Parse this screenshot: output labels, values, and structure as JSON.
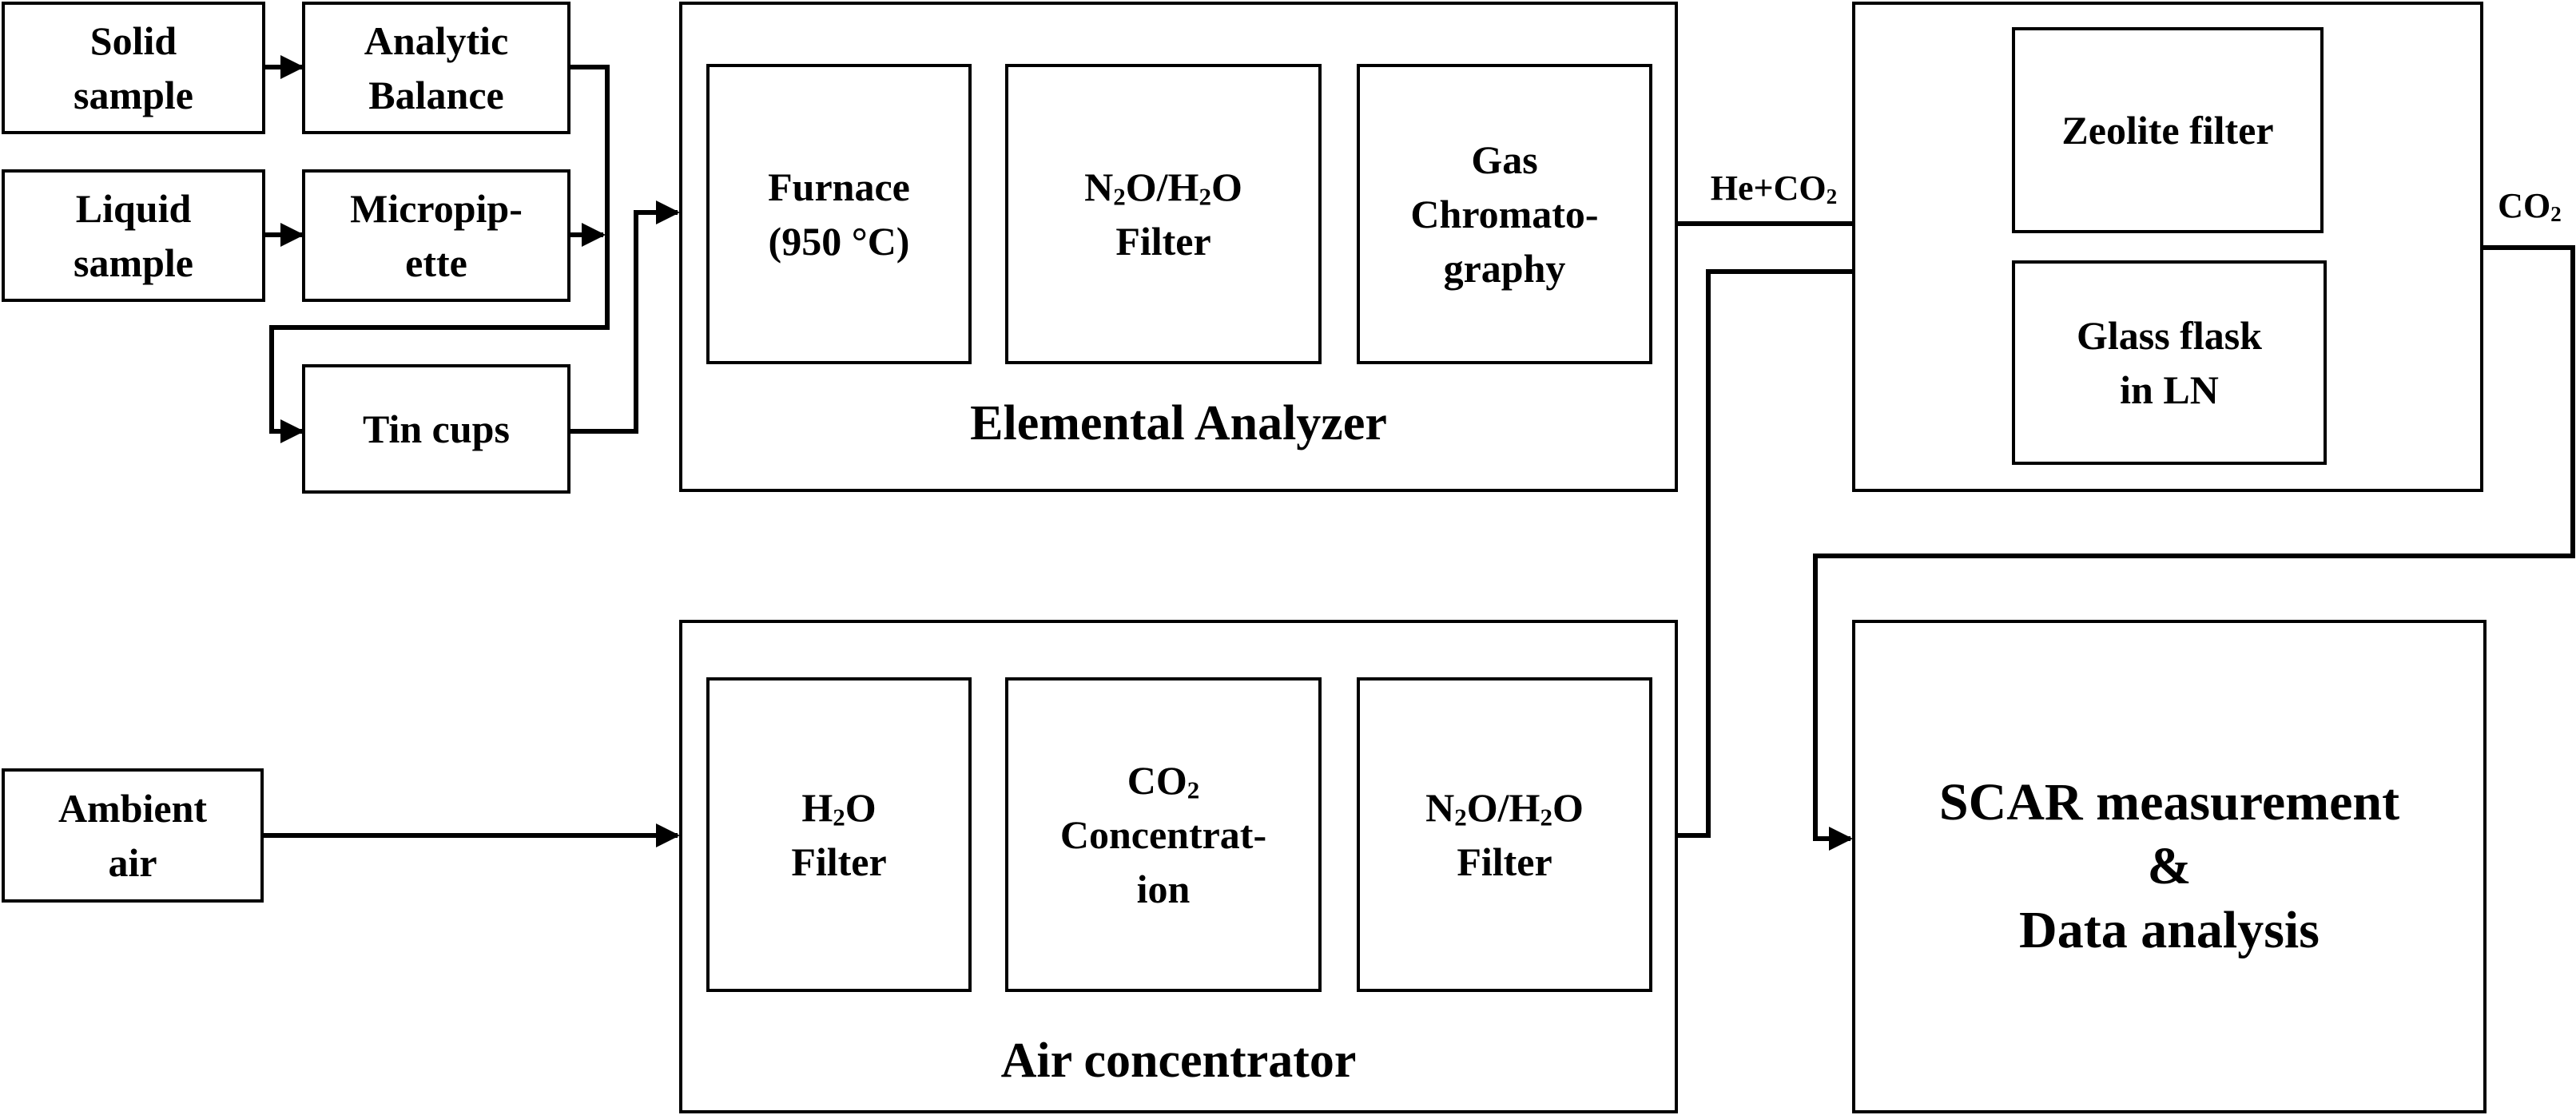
{
  "inputs": {
    "solid_sample": [
      "Solid",
      "sample"
    ],
    "liquid_sample": [
      "Liquid",
      "sample"
    ],
    "ambient_air": [
      "Ambient",
      "air"
    ]
  },
  "tools": {
    "analytic_balance": [
      "Analytic",
      "Balance"
    ],
    "micropipette": [
      "Micropip-",
      "ette"
    ],
    "tin_cups": [
      "Tin cups"
    ]
  },
  "elemental_analyzer": {
    "title": "Elemental Analyzer",
    "furnace": [
      "Furnace",
      "(950 °C)"
    ],
    "filter": {
      "n": "N",
      "s1": "2",
      "mid": "O/H",
      "s2": "2",
      "end": "O",
      "line2": "Filter"
    },
    "gc": [
      "Gas",
      "Chromato-",
      "graphy"
    ]
  },
  "air_concentrator": {
    "title": "Air concentrator",
    "h2o_filter": {
      "h": "H",
      "s": "2",
      "o": "O",
      "line2": "Filter"
    },
    "co2_conc": {
      "co": "CO",
      "s": "2",
      "line2": "Concentrat-",
      "line3": "ion"
    },
    "filter": {
      "n": "N",
      "s1": "2",
      "mid": "O/H",
      "s2": "2",
      "end": "O",
      "line2": "Filter"
    }
  },
  "purification": {
    "zeolite": "Zeolite filter",
    "glass_flask": [
      "Glass flask",
      "in LN"
    ]
  },
  "flow_labels": {
    "he_co2": {
      "main": "He+CO",
      "sub": "2"
    },
    "co2": {
      "main": "CO",
      "sub": "2"
    }
  },
  "scar": {
    "line1": "SCAR measurement",
    "line2": "&",
    "line3": "Data analysis"
  }
}
